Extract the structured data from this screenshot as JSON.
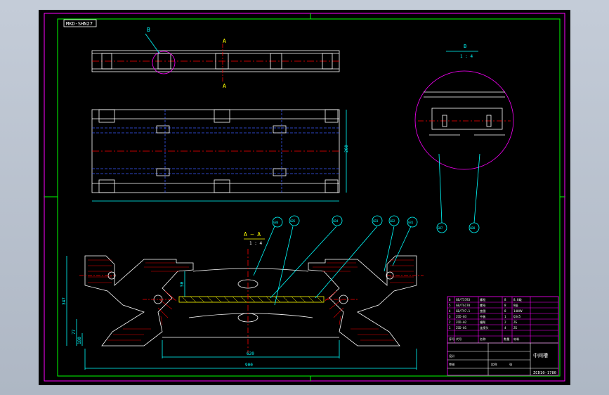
{
  "drawing": {
    "title_stamp": "MKD-SHN27",
    "view_b": {
      "letter": "B",
      "scale": "1 : 4"
    },
    "section_a": {
      "letter": "A",
      "label": "A — A",
      "scale": "1 : 4"
    },
    "part_name": "中间槽",
    "drawing_number": "ZCD10-1780"
  },
  "dimensions": {
    "main_width": "900",
    "inner_width": "620",
    "height_left": "347",
    "depth_mid": "50",
    "small_left": "77",
    "plan_width": "260",
    "side_height": "180"
  },
  "balloons": [
    "GB6",
    "GB5",
    "GB4",
    "GB3",
    "GB2",
    "GB1",
    "GB7",
    "GB8"
  ],
  "title_block": {
    "parts": [
      {
        "no": "6",
        "code": "GB/T5783",
        "name": "螺栓",
        "qty": "8",
        "mat": "8.8级"
      },
      {
        "no": "5",
        "code": "GB/T6170",
        "name": "螺母",
        "qty": "8",
        "mat": "8级"
      },
      {
        "no": "4",
        "code": "GB/T97.1",
        "name": "垫圈",
        "qty": "8",
        "mat": "140HV"
      },
      {
        "no": "3",
        "code": "ZCD-03",
        "name": "中板",
        "qty": "1",
        "mat": "Q345"
      },
      {
        "no": "2",
        "code": "ZCD-02",
        "name": "槽帮",
        "qty": "2",
        "mat": "ZG"
      },
      {
        "no": "1",
        "code": "ZCD-01",
        "name": "连接头",
        "qty": "4",
        "mat": "ZG"
      }
    ],
    "header": {
      "no": "序号",
      "code": "代号",
      "name": "名称",
      "qty": "数量",
      "mat": "材料"
    },
    "labels": {
      "designer": "设计",
      "checker": "审核",
      "scale": "比例",
      "sheet": "张"
    }
  },
  "colors": {
    "outline": "#ffffff",
    "border": "#00ff00",
    "sheet": "#ff00ff",
    "dims": "#00ffff",
    "centerline": "#ff0000",
    "hidden": "#3a5bff",
    "hatch": "#ff0000",
    "text_yellow": "#ffff00"
  }
}
